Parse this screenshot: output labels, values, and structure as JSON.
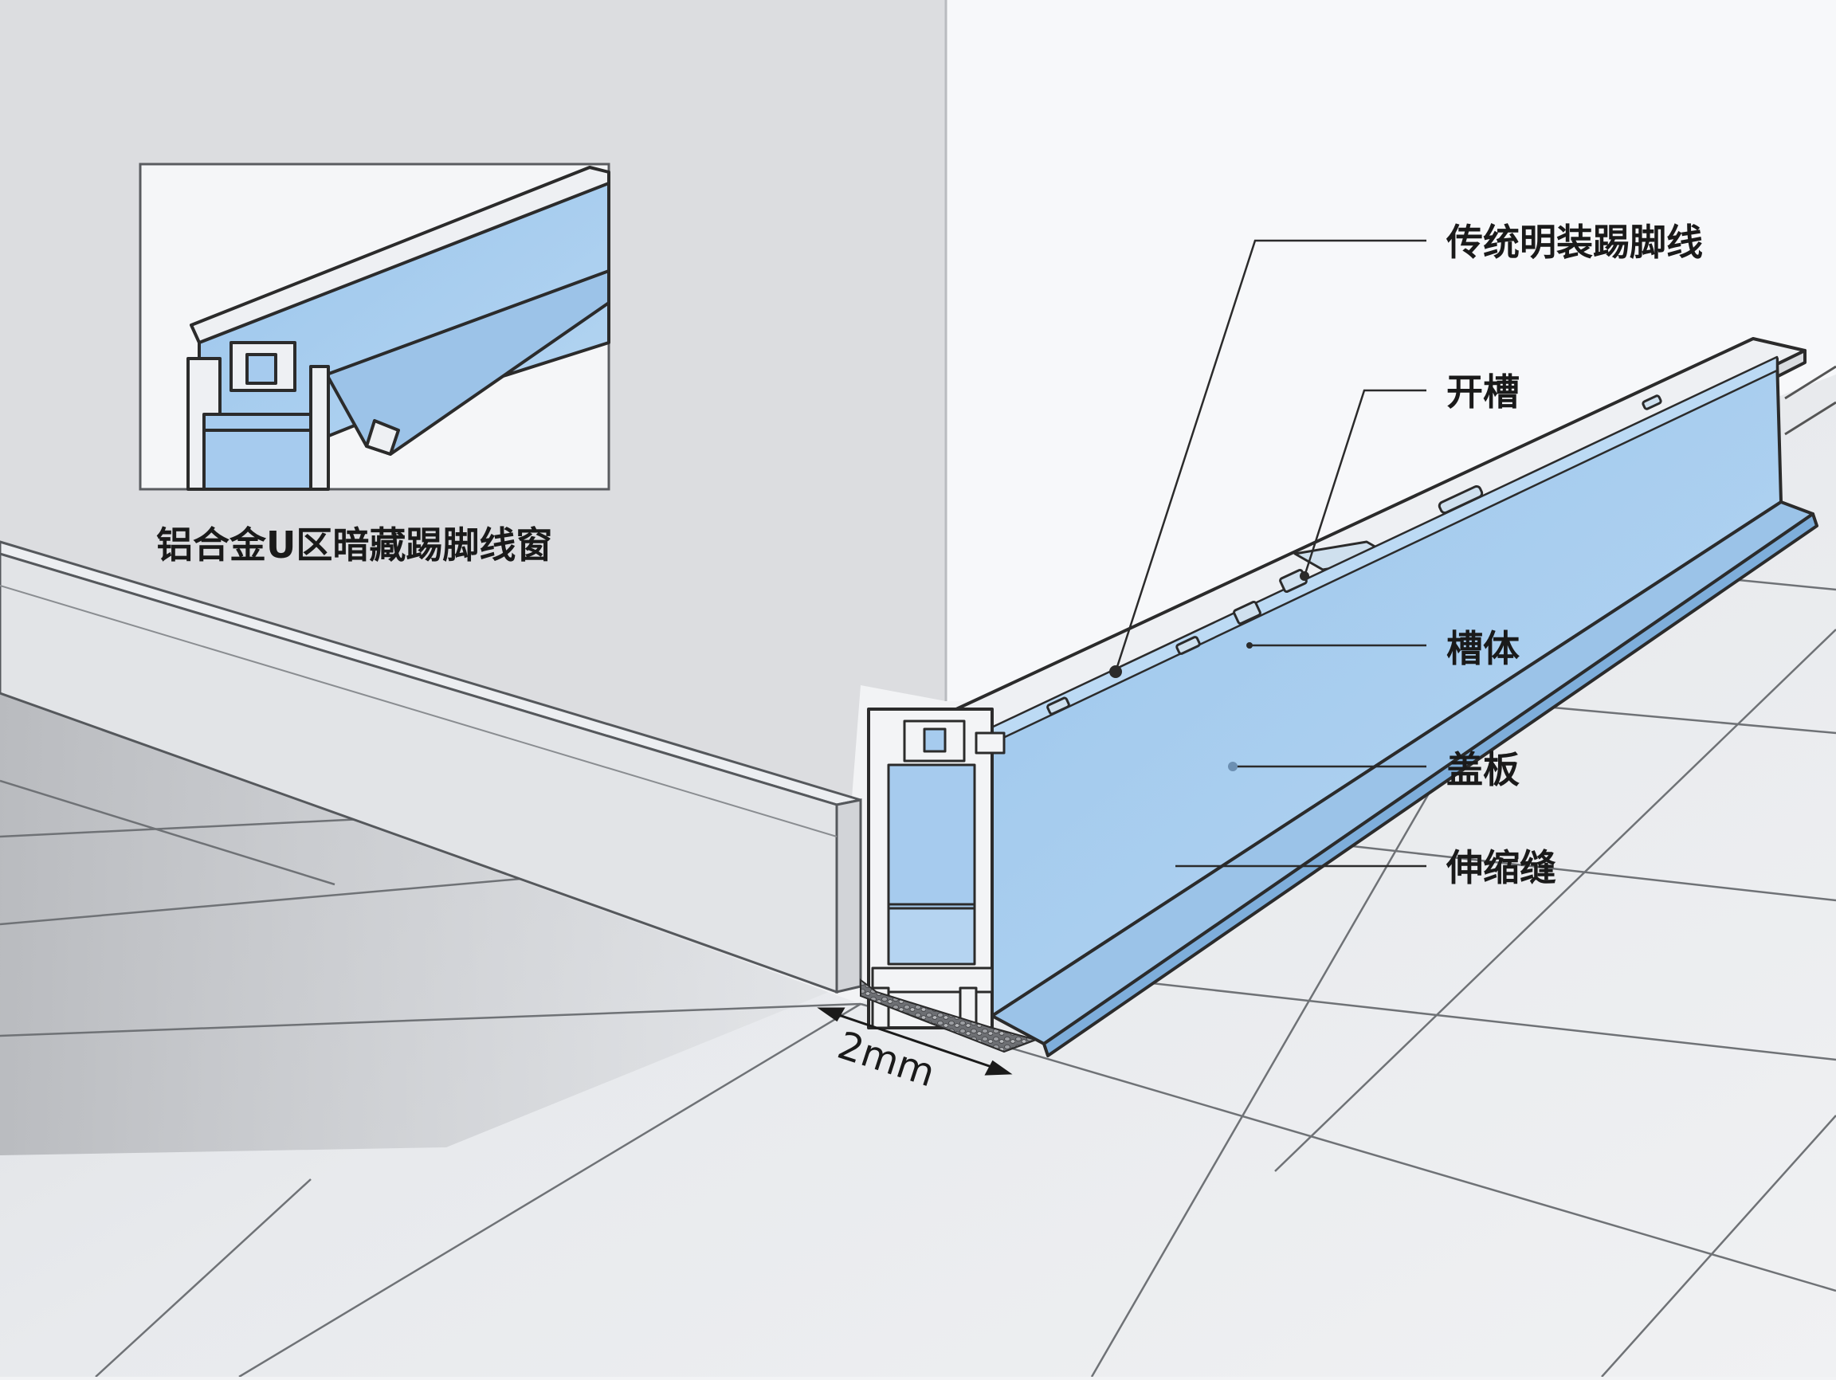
{
  "inset": {
    "caption": "铝合金U区暗藏踢脚线窗"
  },
  "callouts": {
    "traditional": "传统明装踢脚线",
    "slot": "开槽",
    "channel": "槽体",
    "cover": "盖板",
    "expansion_joint": "伸缩缝"
  },
  "dimension": {
    "gap_label": "2mm"
  },
  "colors": {
    "profile_blue": "#a9cdee",
    "profile_blue_dark": "#8ab6df",
    "outline": "#2b2b2b",
    "wall_left": "#dcdde0",
    "wall_right": "#f7f8fa",
    "floor": "#e6e8eb",
    "cap_white": "#f3f4f6"
  }
}
